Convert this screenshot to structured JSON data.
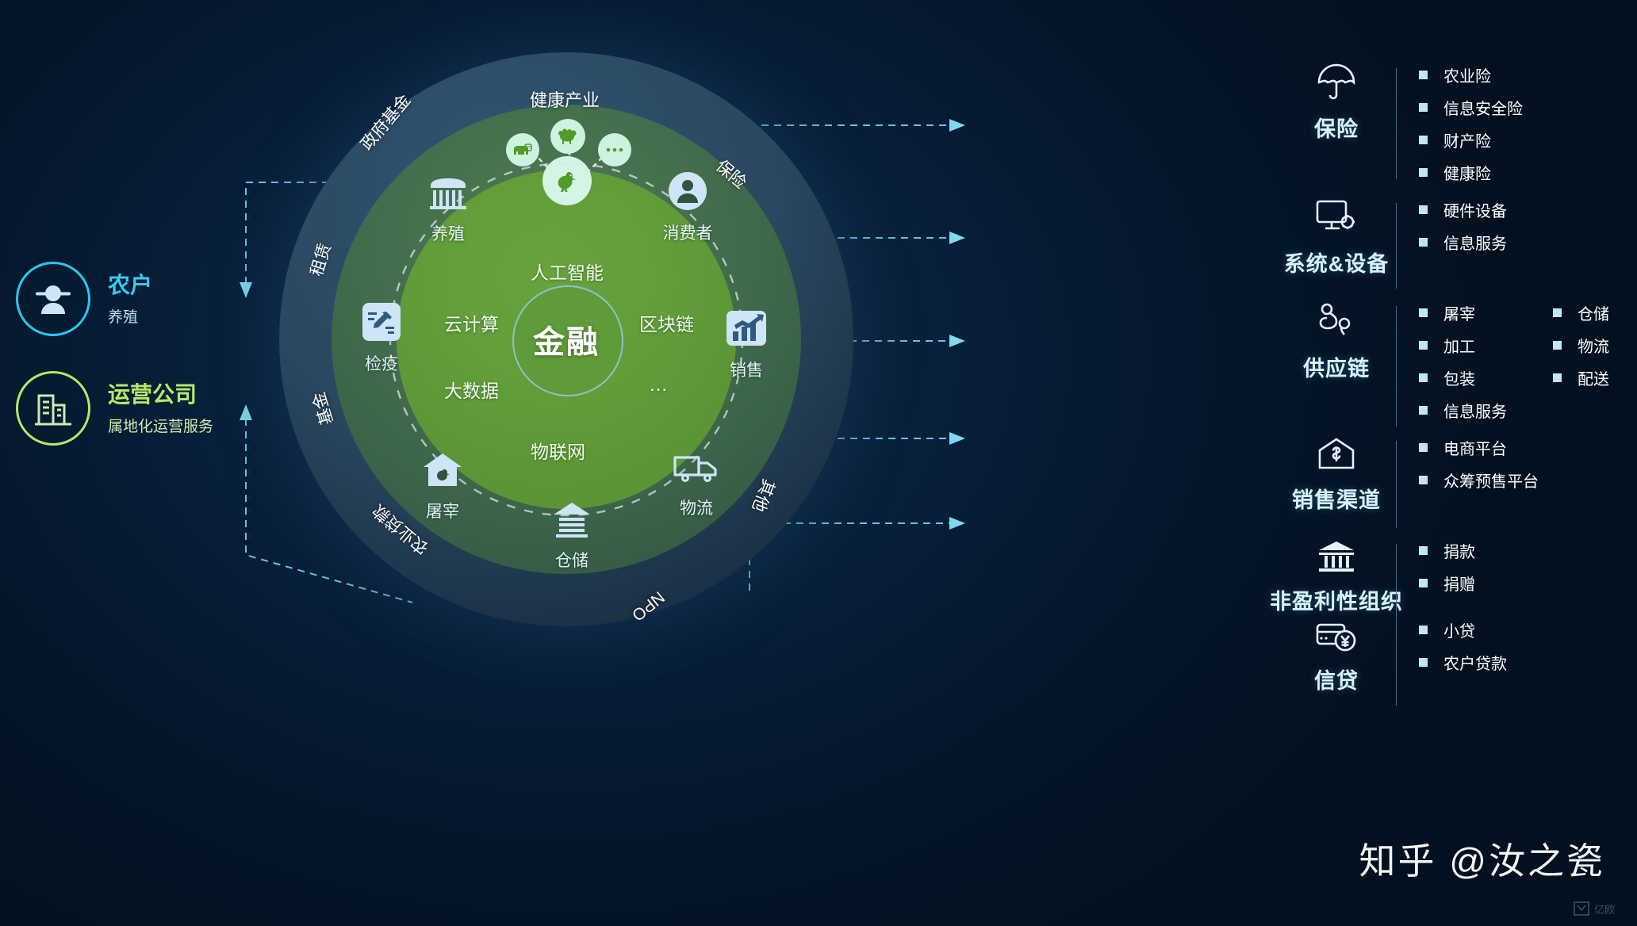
{
  "center": {
    "label": "金融"
  },
  "tech_ring": {
    "ai": "人工智能",
    "cloud": "云计算",
    "bigdata": "大数据",
    "blockchain": "区块链",
    "more": "…",
    "iot": "物联网"
  },
  "health_cluster": {
    "title": "健康产业",
    "nodes": [
      "chicken-icon",
      "cow-icon",
      "sheep-icon",
      "more-dots-icon"
    ]
  },
  "chain_nodes": [
    {
      "id": "breed",
      "label": "养殖",
      "icon": "barn-icon"
    },
    {
      "id": "quarantine",
      "label": "检疫",
      "icon": "vaccine-icon"
    },
    {
      "id": "slaughter",
      "label": "屠宰",
      "icon": "poultry-house-icon"
    },
    {
      "id": "warehouse",
      "label": "仓储",
      "icon": "warehouse-icon"
    },
    {
      "id": "logistics",
      "label": "物流",
      "icon": "truck-icon"
    },
    {
      "id": "sales",
      "label": "销售",
      "icon": "chart-up-icon"
    },
    {
      "id": "consumer",
      "label": "消费者",
      "icon": "user-icon"
    }
  ],
  "outer_ring_labels": [
    "政府基金",
    "租赁",
    "基金",
    "农业贷款",
    "NPO",
    "其他",
    "保险"
  ],
  "left_entities": [
    {
      "title": "农户",
      "subtitle": "养殖",
      "icon": "farmer-icon",
      "color": "#35cdf2"
    },
    {
      "title": "运营公司",
      "subtitle": "属地化运营服务",
      "icon": "building-icon",
      "color": "#b6e86a"
    }
  ],
  "right_categories": [
    {
      "name": "保险",
      "icon": "umbrella-icon",
      "columns": [
        [
          "农业险",
          "信息安全险",
          "财产险",
          "健康险"
        ]
      ]
    },
    {
      "name": "系统&设备",
      "icon": "monitor-gear-icon",
      "columns": [
        [
          "硬件设备",
          "信息服务"
        ]
      ]
    },
    {
      "name": "供应链",
      "icon": "supply-chain-icon",
      "columns": [
        [
          "屠宰",
          "加工",
          "包装",
          "信息服务"
        ],
        [
          "仓储",
          "物流",
          "配送"
        ]
      ]
    },
    {
      "name": "销售渠道",
      "icon": "money-house-icon",
      "columns": [
        [
          "电商平台",
          "众筹预售平台"
        ]
      ]
    },
    {
      "name": "非盈利性组织",
      "icon": "bank-icon",
      "columns": [
        [
          "捐款",
          "捐赠"
        ]
      ]
    },
    {
      "name": "信贷",
      "icon": "card-yuan-icon",
      "columns": [
        [
          "小贷",
          "农户贷款"
        ]
      ]
    }
  ],
  "watermark": {
    "zhihu": "知乎 @汝之瓷",
    "corner": "亿欧"
  },
  "colors": {
    "background": "#061729",
    "outer_ring": "#2a4860",
    "mid_ring": "#436e4d",
    "tech_ring": "#5f9b38",
    "accent_cyan": "#35cdf2",
    "accent_green": "#b6e86a",
    "bullet": "#bfe8f5"
  }
}
